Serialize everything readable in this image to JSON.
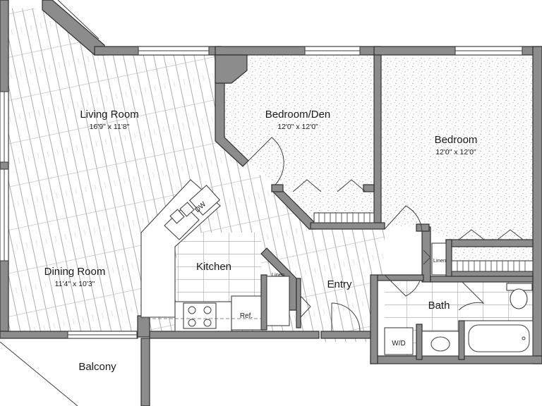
{
  "rooms": {
    "living_room": {
      "name": "Living Room",
      "dims": "16'9\" x 11'8\""
    },
    "bedroom_den": {
      "name": "Bedroom/Den",
      "dims": "12'0\" x 12'0\""
    },
    "bedroom": {
      "name": "Bedroom",
      "dims": "12'0\" x 12'0\""
    },
    "dining_room": {
      "name": "Dining Room",
      "dims": "11'4\" x 10'3\""
    },
    "kitchen": {
      "name": "Kitchen"
    },
    "entry": {
      "name": "Entry"
    },
    "bath": {
      "name": "Bath"
    },
    "balcony": {
      "name": "Balcony"
    }
  },
  "fixtures": {
    "dishwasher": "DW",
    "refrigerator": "Ref.",
    "washer_dryer": "W/D",
    "linen_kitchen": "Linen",
    "linen_bath": "Linen"
  },
  "colors": {
    "wall": "#8c8c8c",
    "outline": "#303030",
    "floor_lines": "#9a9a9a",
    "carpet_speckle": "#8a8a8a",
    "background": "#ffffff"
  }
}
